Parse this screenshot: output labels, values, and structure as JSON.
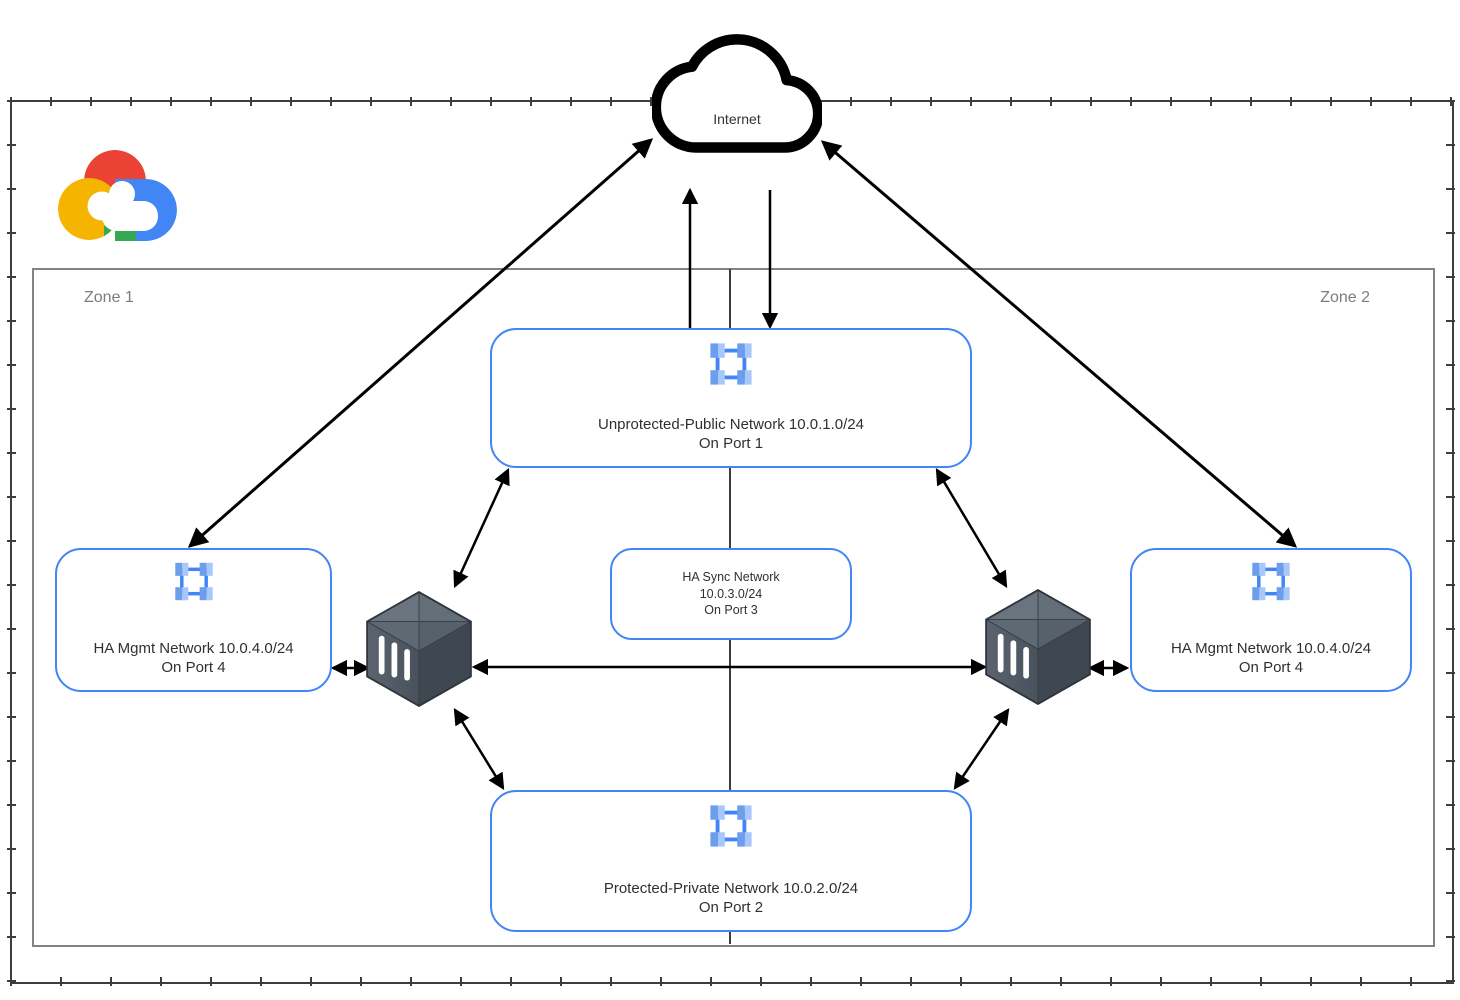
{
  "diagram": {
    "internet_label": "Internet",
    "zones": {
      "zone1": "Zone 1",
      "zone2": "Zone 2"
    },
    "nodes": {
      "public_network": {
        "name_line": "Unprotected-Public Network 10.0.1.0/24",
        "port_line": "On Port 1"
      },
      "ha_mgmt_left": {
        "name_line": "HA Mgmt Network 10.0.4.0/24",
        "port_line": "On Port 4"
      },
      "ha_mgmt_right": {
        "name_line": "HA Mgmt Network 10.0.4.0/24",
        "port_line": "On Port 4"
      },
      "ha_sync": {
        "name_line": "HA Sync Network",
        "cidr_line": "10.0.3.0/24",
        "port_line": "On Port 3"
      },
      "private_network": {
        "name_line": "Protected-Private Network 10.0.2.0/24",
        "port_line": "On Port 2"
      }
    },
    "icons": {
      "cloud": "internet-cloud-icon",
      "vpc": "vpc-network-icon",
      "appliance": "firewall-appliance-cube-icon",
      "logo": "google-cloud-logo"
    },
    "colors": {
      "network_border": "#4285f4",
      "vpc_icon_frame": "#4285f4",
      "vpc_icon_corner_dark": "#6d9eeb",
      "vpc_icon_corner_light": "#a8c7fa",
      "zone_border": "#828282",
      "outer_border": "#3d3d3d",
      "arrow": "#000000",
      "cube_top": "#5d6771",
      "cube_left": "#4b545e",
      "cube_right": "#3f4851",
      "google_red": "#EA4335",
      "google_blue": "#4285F4",
      "google_yellow": "#F4B400",
      "google_green": "#34A853"
    }
  }
}
